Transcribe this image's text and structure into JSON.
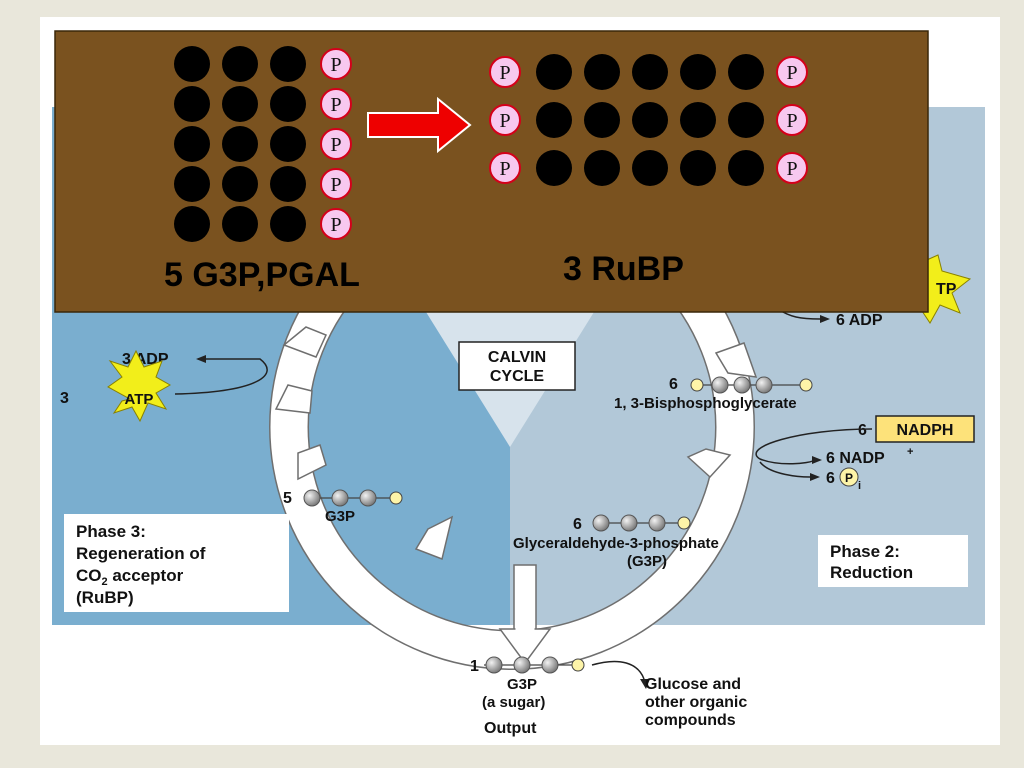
{
  "overlay": {
    "left_caption": "5 G3P,PGAL",
    "right_caption": "3 RuBP",
    "phosphate_symbol": "P",
    "left_rows": 5,
    "left_carbons_per_row": 3,
    "right_rows": 3,
    "right_carbons_per_row": 5,
    "colors": {
      "panel": "#7a521f",
      "carbon": "#000000",
      "phosphate_fill": "#f7c8ef",
      "phosphate_ring": "#d4001a",
      "arrow": "#ee0000"
    }
  },
  "diagram": {
    "calvin_cycle": [
      "CALVIN",
      "CYCLE"
    ],
    "left_adp": "3 ADP",
    "left_atp_count": "3",
    "atp_label": "ATP",
    "atp_partial": "TP",
    "right_adp": "6 ADP",
    "bpg_count": "6",
    "bpg_name": "1, 3-Bisphosphoglycerate",
    "nadph_count": "6",
    "nadph_label": "NADPH",
    "nadp_label": "6 NADP",
    "nadp_sup": "+",
    "pi_count": "6",
    "pi_sub": "i",
    "g3p_loop_count": "5",
    "g3p_loop_label": "G3P",
    "g3p_six_count": "6",
    "g3p_six_name": "Glyceraldehyde-3-phosphate",
    "g3p_six_abbr": "(G3P)",
    "phase3": {
      "line1": "Phase 3:",
      "line2": "Regeneration of",
      "line3_pre": "CO",
      "line3_sub": "2",
      "line3_post": " acceptor",
      "line4": "(RuBP)"
    },
    "phase2": {
      "line1": "Phase 2:",
      "line2": "Reduction"
    },
    "output_count": "1",
    "output_g3p": "G3P",
    "output_sugar": "(a sugar)",
    "output_label": "Output",
    "glucose": [
      "Glucose and",
      "other organic",
      "compounds"
    ],
    "colors": {
      "left_bg": "#7aaecf",
      "right_bg": "#b2c8d8",
      "atp_star": "#f2ee1a",
      "nadph_box": "#fde27a"
    }
  }
}
